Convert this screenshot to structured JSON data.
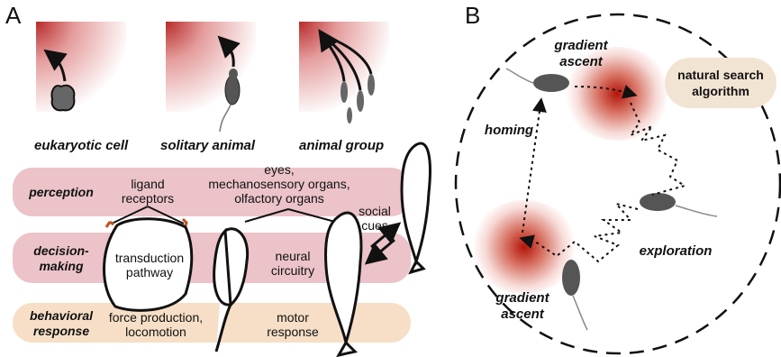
{
  "panels": {
    "a": "A",
    "b": "B"
  },
  "panel_a": {
    "captions": [
      "eukaryotic cell",
      "solitary animal",
      "animal group"
    ],
    "rows": {
      "perception": "perception",
      "decision": [
        "decision-",
        "making"
      ],
      "behavioral": [
        "behavioral",
        "response"
      ]
    },
    "text": {
      "ligand": [
        "ligand",
        "receptors"
      ],
      "eyes": [
        "eyes,",
        "mechanosensory organs,",
        "olfactory organs"
      ],
      "social": [
        "social",
        "cues"
      ],
      "transduction": [
        "transduction",
        "pathway"
      ],
      "neural": [
        "neural",
        "circuitry"
      ],
      "force": [
        "force production,",
        "locomotion"
      ],
      "motor": [
        "motor",
        "response"
      ]
    }
  },
  "panel_b": {
    "algo": [
      "natural search",
      "algorithm"
    ],
    "gradient_top": [
      "gradient",
      "ascent"
    ],
    "gradient_bottom": [
      "gradient",
      "ascent"
    ],
    "homing": "homing",
    "exploration": "exploration"
  },
  "colors": {
    "gradient": "#b4201e",
    "pink_band": "#e8b8c0",
    "peach_band": "#f6dfc6",
    "receptor": "#c0501c"
  }
}
